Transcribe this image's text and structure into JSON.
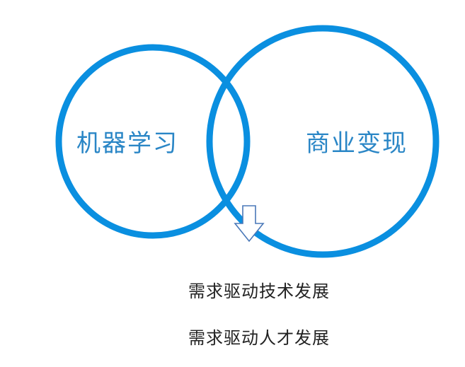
{
  "colors": {
    "circle_stroke": "#0a8fe0",
    "label_text": "#2a86c6",
    "arrow_fill": "#ffffff",
    "arrow_stroke": "#4a78b8"
  },
  "venn": {
    "left_label": "机器学习",
    "right_label": "商业变现",
    "intersection_icon": "down-arrow-icon"
  },
  "captions": [
    "需求驱动技术发展",
    "需求驱动人才发展"
  ]
}
